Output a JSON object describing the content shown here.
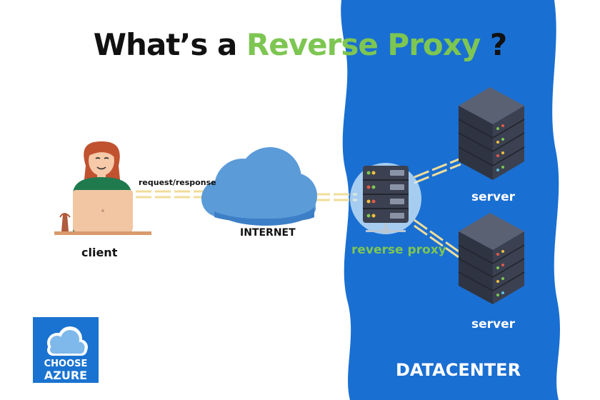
{
  "title": {
    "prefix": "What’s a ",
    "highlight": "Reverse Proxy",
    "suffix": " ?"
  },
  "labels": {
    "client": "client",
    "request_response": "request/response",
    "internet": "INTERNET",
    "reverse_proxy": "reverse proxy",
    "server_top": "server",
    "server_bottom": "server",
    "datacenter": "DATACENTER"
  },
  "logo": {
    "line1": "CHOOSE",
    "line2": "AZURE"
  },
  "colors": {
    "datacenter_blue": "#1a6fd2",
    "accent_green": "#7dc652",
    "cloud_blue": "#5b9bd8",
    "link_yellow": "#f0dd9a",
    "server_dark": "#3b4150"
  },
  "icons": [
    "woman-at-laptop-icon",
    "cloud-icon",
    "server-rack-icon",
    "server-stack-icon",
    "choose-azure-logo"
  ]
}
